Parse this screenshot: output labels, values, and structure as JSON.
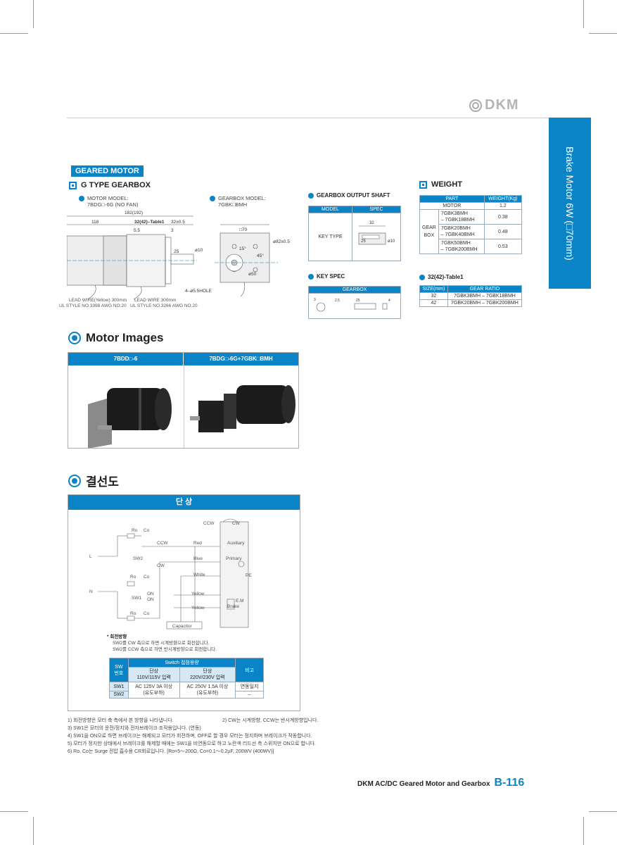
{
  "brand": {
    "logo_text": "DKM"
  },
  "side_tab": {
    "label": "Brake Motor 6W (□70mm)"
  },
  "geared_motor": {
    "tag": "GEARED MOTOR",
    "g_type_title": "G TYPE GEARBOX",
    "motor_model_label": "MOTOR MODEL:",
    "motor_model_value": "7BDG□-6G (NO FAN)",
    "gearbox_model_label": "GEARBOX MODEL:",
    "gearbox_model_value": "7GBK□BMH",
    "dims": {
      "total": "182(192)",
      "motor_len": "118",
      "gear_len": "32(42)–Table1",
      "shaft_len": "32±0.5",
      "d1": "5.5",
      "d2": "3",
      "d3": "25",
      "square": "□70",
      "pcd": "ø82±0.5",
      "angle": "15°",
      "circle": "ø50",
      "shaft_dia": "ø10",
      "hole": "4–ø5.5HOLE",
      "angle_45": "45°"
    },
    "lead_wire_1": "LEAD WIRE(Yellow) 300mm",
    "lead_wire_1b": "UL STYLE NO.3398 AWG NO.20",
    "lead_wire_2": "LEAD WIRE 300mm",
    "lead_wire_2b": "UL STYLE NO.3266 AWG NO.20"
  },
  "output_shaft": {
    "title": "GEARBOX OUTPUT SHAFT",
    "headers": [
      "MODEL",
      "SPEC"
    ],
    "row_label": "KEY TYPE",
    "dims": [
      "32",
      "25",
      "ø10"
    ]
  },
  "key_spec": {
    "title": "KEY SPEC",
    "header": "GEARBOX",
    "dims": [
      "3",
      "25",
      "4",
      "2.5"
    ]
  },
  "weight": {
    "title": "WEIGHT",
    "headers": [
      "PART",
      "WEIGHT(Kg)"
    ],
    "motor_label": "MOTOR",
    "motor_value": "1.2",
    "gear_label_1": "GEAR",
    "gear_label_2": "BOX",
    "rows": [
      {
        "part_1": "7GBK3BMH",
        "part_2": "– 7GBK18BMH",
        "value": "0.38"
      },
      {
        "part_1": "7GBK20BMH",
        "part_2": "– 7GBK40BMH",
        "value": "0.48"
      },
      {
        "part_1": "7GBK50BMH",
        "part_2": "– 7GBK200BMH",
        "value": "0.53"
      }
    ]
  },
  "table1": {
    "title": "32(42)-Table1",
    "headers": [
      "SIZE(mm)",
      "GEAR RATIO"
    ],
    "rows": [
      {
        "size": "32",
        "ratio": "7GBK3BMH – 7GBK18BMH"
      },
      {
        "size": "42",
        "ratio": "7GBK20BMH – 7GBK200BMH"
      }
    ]
  },
  "motor_images": {
    "title": "Motor Images",
    "headers": [
      "7BDD□-6",
      "7BDG□-6G+7GBK□BMH"
    ]
  },
  "wiring": {
    "title": "결선도",
    "phase": "단 상",
    "labels": {
      "ccw": "CCW",
      "cw": "CW",
      "ro": "Ro",
      "co": "Co",
      "red": "Red",
      "blue": "Blue",
      "white": "White",
      "yellow": "Yellow",
      "auxiliary": "Auxiliary",
      "primary": "Primary",
      "pe": "PE",
      "em": "E.M",
      "brake": "Brake",
      "capacitor": "Capacitor",
      "sw1": "SW1",
      "sw2": "SW2",
      "on": "ON",
      "l": "L",
      "n": "N"
    },
    "rotation_title": "* 회전방향",
    "rotation_1": "SW2를 CW 측으로 하면 시계방향으로 회전합니다.",
    "rotation_2": "SW2를 CCW 측으로 하면 반시계방향으로 회전합니다.",
    "sw_table": {
      "sw_header_1": "SW",
      "sw_header_2": "번호",
      "switch_header": "Switch 접점용량",
      "note_header": "비고",
      "col1_1": "단상",
      "col1_2": "110V/115V 입력",
      "col2_1": "단상",
      "col2_2": "220V/230V 입력",
      "sw1": "SW1",
      "sw2": "SW2",
      "spec1_1": "AC 125V 3A 이상",
      "spec1_2": "(유도부하)",
      "spec2_1": "AC 250V 1.5A 이상",
      "spec2_2": "(유도부하)",
      "note1": "연동일지",
      "note2": "–"
    }
  },
  "notes": [
    "1) 회전방향은 모터 축 측에서 본 방향을 나타냅니다.",
    "2) CW는 시계방향, CCW는 반시계방향입니다.",
    "3) SW1은 모터의 운전/정지와 전자브레이크 조작용입니다. (연동)",
    "4) SW1을 ON으로 하면 브레이크는 해제되고 모터가 회전하며, OFF로 할 경우 모터는 정지하며 브레이크가 작동합니다.",
    "5) 모터가 정지한 상태에서 브레이크를 해제할 때에는 SW1을 비연동으로 하고 노란색 리드선 측 스위치만 ON으로 합니다.",
    "6) Ro, Co는 Surge 전압 흡수용 CR회로입니다. [Ro=5～200Ω, Co=0.1～0.2µF, 200WV (400WV)]"
  ],
  "footer": {
    "title": "DKM AC/DC Geared Motor and Gearbox",
    "page": "B-116"
  }
}
